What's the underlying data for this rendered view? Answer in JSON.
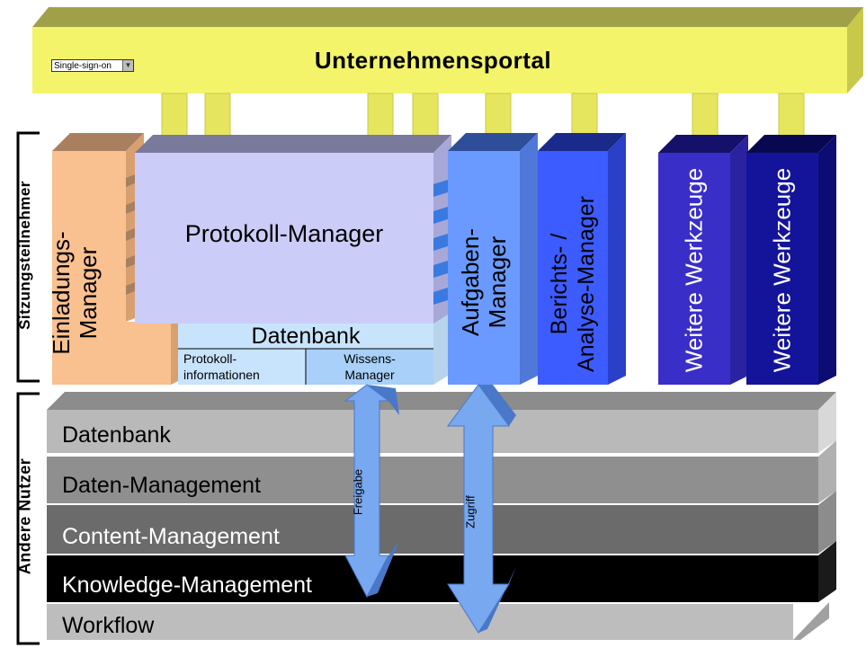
{
  "portal": {
    "title": "Unternehmensportal",
    "sso_label": "Single-sign-on",
    "dropdown_icon": "chevron-down-icon"
  },
  "side_labels": {
    "participants": "Sitzungsteilnehmer",
    "other_users": "Andere Nutzer"
  },
  "modules": {
    "einladung": "Einladungs- Manager",
    "protokoll": "Protokoll-Manager",
    "datenbank": "Datenbank",
    "protokollinfo": "Protokoll- informationen",
    "wissens": "Wissens- Manager",
    "aufgaben": "Aufgaben- Manager",
    "berichts": "Berichts- / Analyse-Manager",
    "weitere1": "Weitere Werkzeuge",
    "weitere2": "Weitere Werkzeuge"
  },
  "layers": [
    {
      "label": "Datenbank"
    },
    {
      "label": "Daten-Management"
    },
    {
      "label": "Content-Management"
    },
    {
      "label": "Knowledge-Management"
    },
    {
      "label": "Workflow"
    }
  ],
  "arrows": {
    "freigabe": "Freigabe",
    "zugriff": "Zugriff"
  },
  "colors": {
    "portal": "#f3f46a",
    "portal_top": "#a0a04a",
    "einladung": "#f9c090",
    "protokoll": "#ccccf8",
    "datenbank": "#c8e4fc",
    "aufgaben": "#6a9aff",
    "berichts": "#3c5cff",
    "weitere1": "#3a2ec8",
    "weitere2": "#14149a",
    "layer_db": "#b9b9b9",
    "layer_dm": "#8f8f8f",
    "layer_cm": "#6b6b6b",
    "layer_km": "#000000",
    "layer_wf": "#bdbdbd",
    "arrow": "#78a8f0"
  }
}
